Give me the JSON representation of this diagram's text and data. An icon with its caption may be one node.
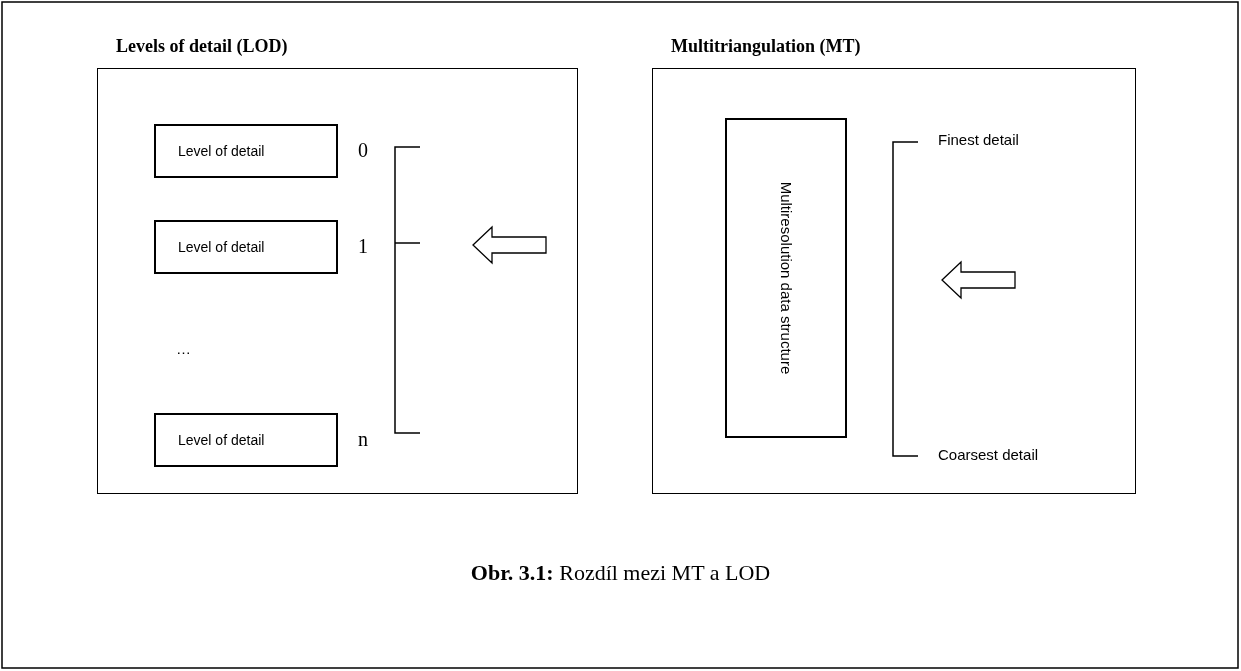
{
  "diagram": {
    "caption": "**Obr. 3.1:** Rozdíl mezi MT a LOD",
    "nodes": [
      {
        "text": [
          "Levels of detail (LOD)"
        ]
      },
      {
        "text": [
          "Level of detail"
        ],
        "in": 0,
        "beside": [
          "0"
        ]
      },
      {
        "text": [
          "Level of detail"
        ],
        "in": 0,
        "beside": [
          "1"
        ]
      },
      {
        "text": [
          "Level of detail"
        ],
        "in": 0,
        "beside": [
          "n"
        ]
      },
      {
        "text": [
          "Multitriangulation (MT)"
        ]
      },
      {
        "text": [
          "Multiresolution data structure"
        ],
        "in": 4
      }
    ],
    "labels": [
      "…",
      "Finest detail",
      "Coarsest detail"
    ]
  }
}
